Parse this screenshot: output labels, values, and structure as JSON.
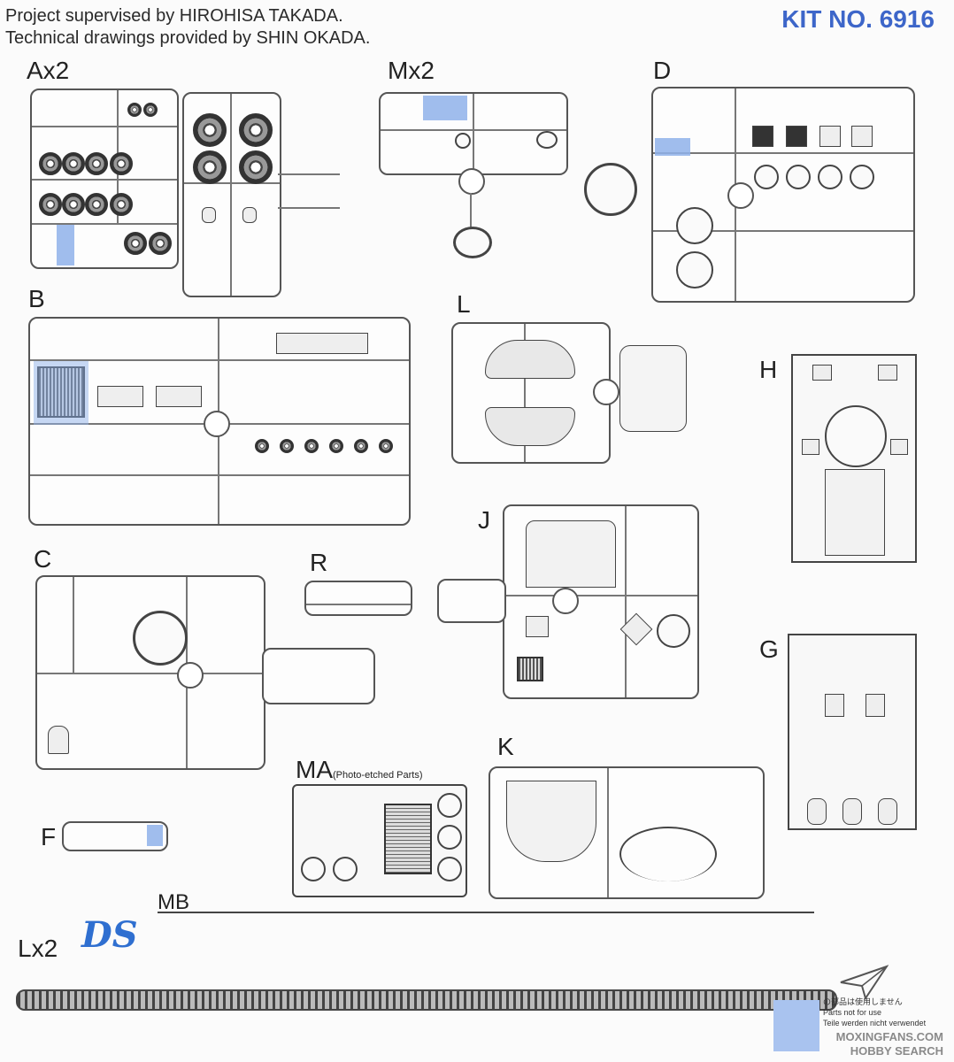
{
  "header": {
    "credit_line1": "Project supervised by HIROHISA TAKADA.",
    "credit_line2": "Technical drawings provided by SHIN OKADA.",
    "kit_no": "KIT NO. 6916"
  },
  "sprues": {
    "A": "Ax2",
    "M": "Mx2",
    "D": "D",
    "B": "B",
    "L": "L",
    "H": "H",
    "C": "C",
    "R": "R",
    "J": "J",
    "G": "G",
    "MA": "MA",
    "MA_note": "(Photo-etched Parts)",
    "K": "K",
    "F": "F",
    "MB": "MB",
    "Lx2": "Lx2"
  },
  "logo": "DS",
  "notice": [
    "の部品は使用しません",
    "Parts not for use",
    "Teile werden nicht verwendet"
  ],
  "watermark": {
    "line1": "MOXINGFANS.COM",
    "line2": "HOBBY SEARCH"
  },
  "colors": {
    "accent_blue": "#3d66c9",
    "highlight_blue": "#8fb2ea"
  }
}
